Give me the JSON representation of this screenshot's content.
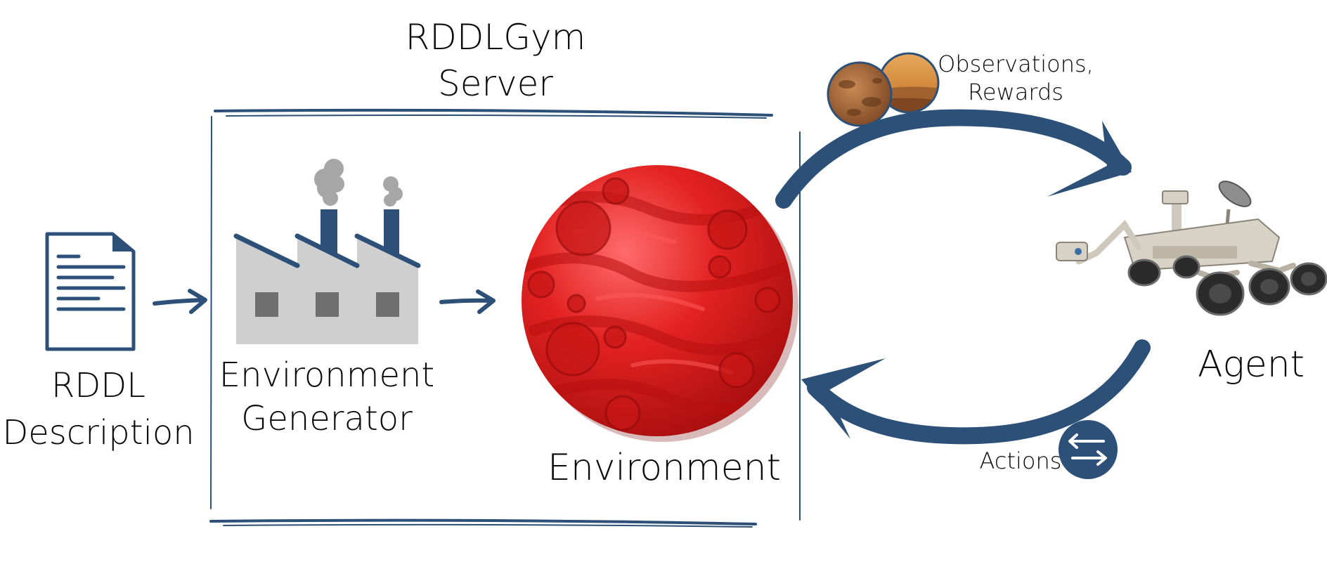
{
  "server": {
    "title_line1": "RDDLGym",
    "title_line2": "Server"
  },
  "nodes": {
    "rddl_description": {
      "label_line1": "RDDL",
      "label_line2": "Description",
      "icon": "document-icon"
    },
    "environment_generator": {
      "label_line1": "Environment",
      "label_line2": "Generator",
      "icon": "factory-icon"
    },
    "environment": {
      "label": "Environment",
      "icon": "mars-planet-icon"
    },
    "agent": {
      "label": "Agent",
      "icon": "mars-rover-icon"
    }
  },
  "edges": {
    "observations_rewards": {
      "label_line1": "Observations,",
      "label_line2": "Rewards",
      "icon": "mars-terrain-thumbnails"
    },
    "actions": {
      "label": "Actions",
      "icon": "swap-arrows-icon"
    }
  },
  "colors": {
    "primary_blue": "#2c5078",
    "planet_red": "#d81c1c",
    "factory_gray": "#cfcfcf",
    "smoke_gray": "#a6a6a6",
    "text": "#0a0a0a"
  }
}
